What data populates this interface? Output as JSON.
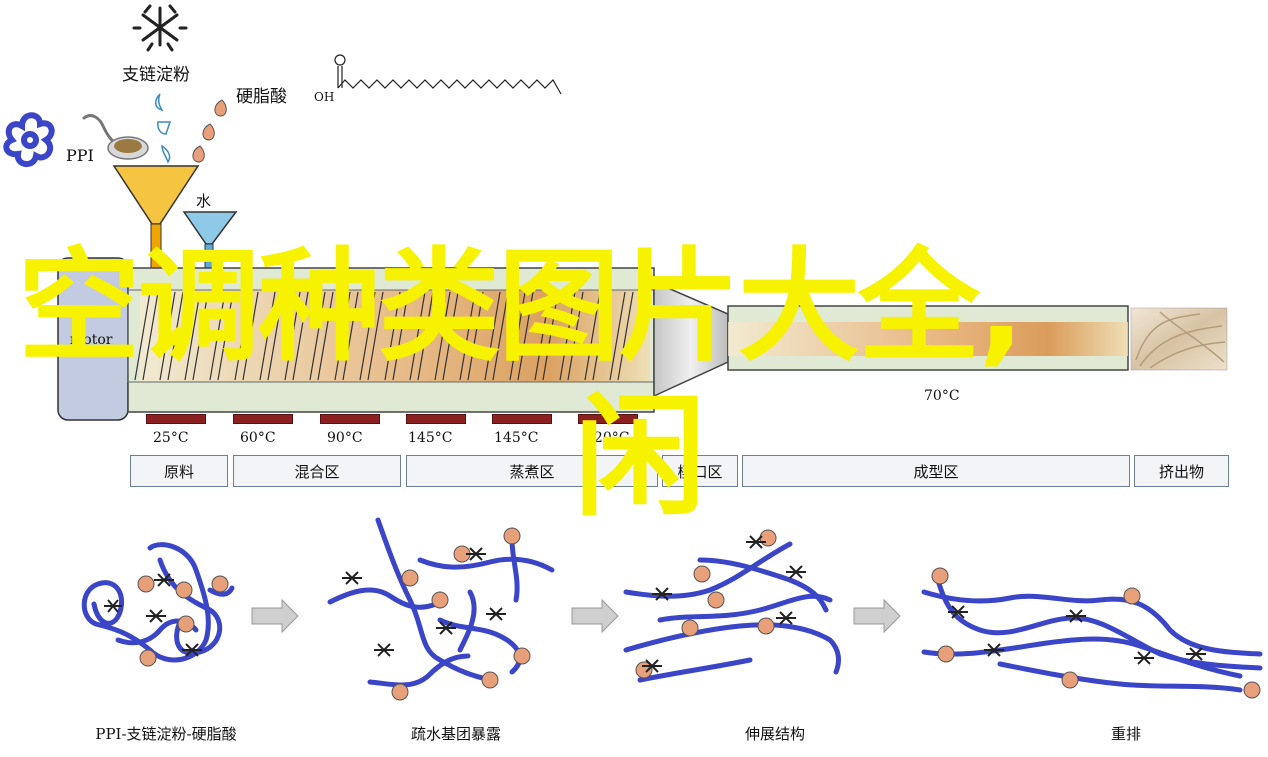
{
  "title_overlay": "空调种类图片大全,",
  "title_overlay_sub": "闲",
  "ingredients": {
    "starch": "支链淀粉",
    "fatty_acid": "硬脂酸",
    "fatty_acid_formula": "OH",
    "protein": "PPI",
    "water": "水",
    "motor": "motor"
  },
  "die_temperature": "70°C",
  "temperatures": [
    "25°C",
    "60°C",
    "90°C",
    "145°C",
    "145°C",
    "120°C"
  ],
  "zones": [
    "原料",
    "混合区",
    "蒸煮区",
    "模口区",
    "成型区",
    "挤出物"
  ],
  "captions": [
    "PPI-支链淀粉-硬脂酸",
    "疏水基团暴露",
    "伸展结构",
    "重排"
  ],
  "colors": {
    "overlay": "#f7f200",
    "protein_chain": "#3a45c8",
    "fatty_acid_drop": "#e8a07a",
    "starch_outline": "#3a8bc8",
    "heater": "#8b2020",
    "funnel_yellow": "#f5c542",
    "funnel_blue": "#8fc9e8",
    "barrel": "#dfe9d3",
    "zone_border": "#6b7e9a"
  }
}
